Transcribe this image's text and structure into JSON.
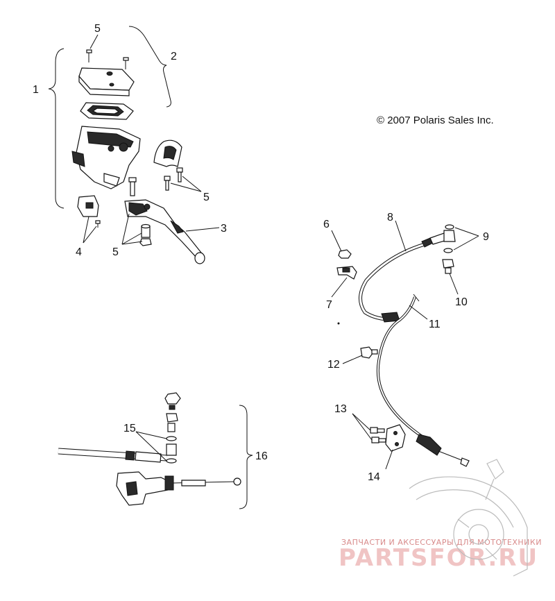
{
  "copyright": "© 2007 Polaris Sales Inc.",
  "callouts": {
    "n1": "1",
    "n2": "2",
    "n3": "3",
    "n4": "4",
    "n5a": "5",
    "n5b": "5",
    "n5c": "5",
    "n6": "6",
    "n7": "7",
    "n8": "8",
    "n9": "9",
    "n10": "10",
    "n11": "11",
    "n12": "12",
    "n13": "13",
    "n14": "14",
    "n15": "15",
    "n16": "16"
  },
  "watermark": {
    "caption": "ЗАПЧАСТИ И АКСЕССУАРЫ ДЛЯ МОТОТЕХНИКИ",
    "brand": "PARTSFOR.RU"
  }
}
